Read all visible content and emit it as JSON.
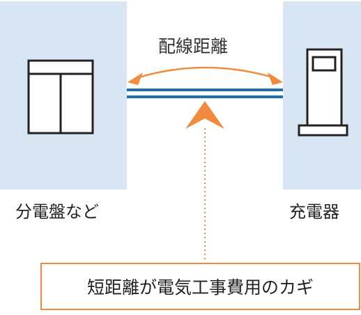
{
  "labels": {
    "distribution_board": "分電盤など",
    "charger": "充電器",
    "wiring_distance": "配線距離"
  },
  "callout": {
    "text": "短距離が電気工事費用のカギ"
  },
  "colors": {
    "panel_bg": "#d8e5f2",
    "wire_blue": "#1f6eb4",
    "accent_orange": "#f08a3c",
    "outline": "#222222"
  },
  "icons": {
    "left_device": "distribution-board-icon",
    "right_device": "ev-charger-icon"
  }
}
